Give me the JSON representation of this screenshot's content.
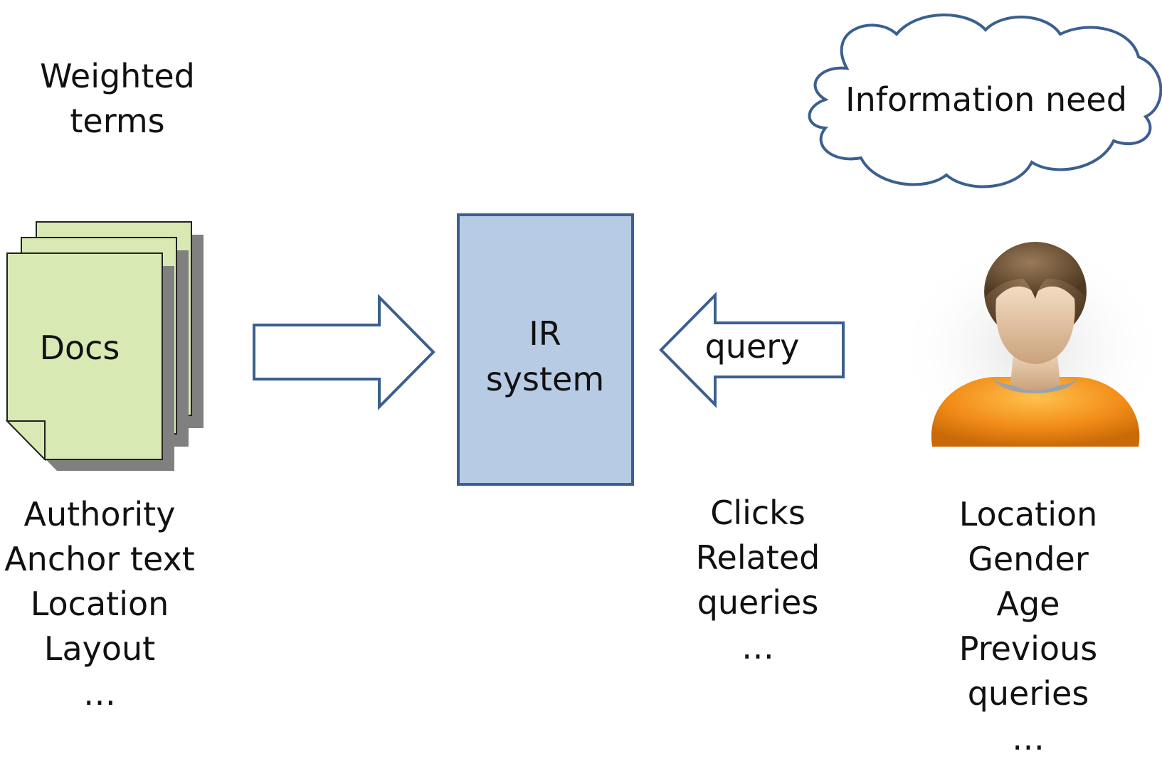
{
  "weighted_terms": {
    "lines": [
      "Weighted",
      "terms"
    ]
  },
  "docs": {
    "label": "Docs",
    "features": [
      "Authority",
      "Anchor text",
      "Location",
      "Layout",
      "…"
    ]
  },
  "ir_system": {
    "lines": [
      "IR",
      "system"
    ]
  },
  "query_arrow": {
    "label": "query"
  },
  "user_behavior": {
    "features": [
      "Clicks",
      "Related",
      "queries",
      "…"
    ]
  },
  "information_need": {
    "label": "Information need"
  },
  "user": {
    "icon": "user-avatar-icon",
    "features": [
      "Location",
      "Gender",
      "Age",
      "Previous",
      "queries",
      "…"
    ]
  },
  "colors": {
    "doc_fill": "#d9e9b3",
    "doc_shadow": "#7f7f7f",
    "ir_fill": "#b7cce4",
    "outline_blue": "#3b5f8f",
    "avatar_shirt": "#f28c18",
    "avatar_hair": "#6e5236",
    "avatar_skin": "#e8c6a2"
  }
}
